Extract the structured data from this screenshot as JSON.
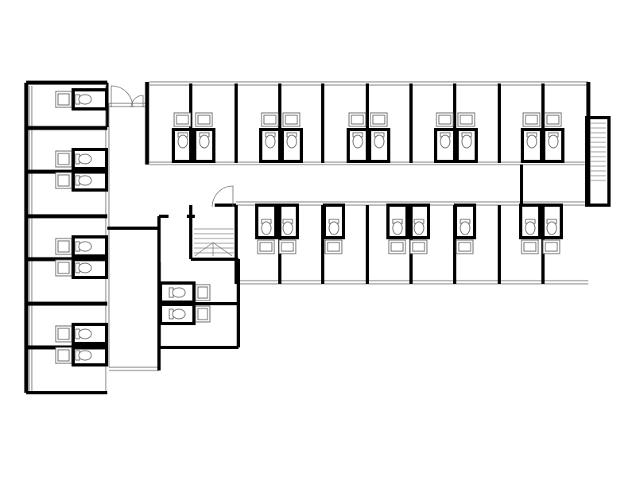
{
  "plan": {
    "title": "",
    "wall_color": "#000000",
    "fixture_color": "#666666",
    "background": "#ffffff",
    "upper_wing_units": 10,
    "lower_wing_units": 8,
    "left_wing_units": 7
  }
}
